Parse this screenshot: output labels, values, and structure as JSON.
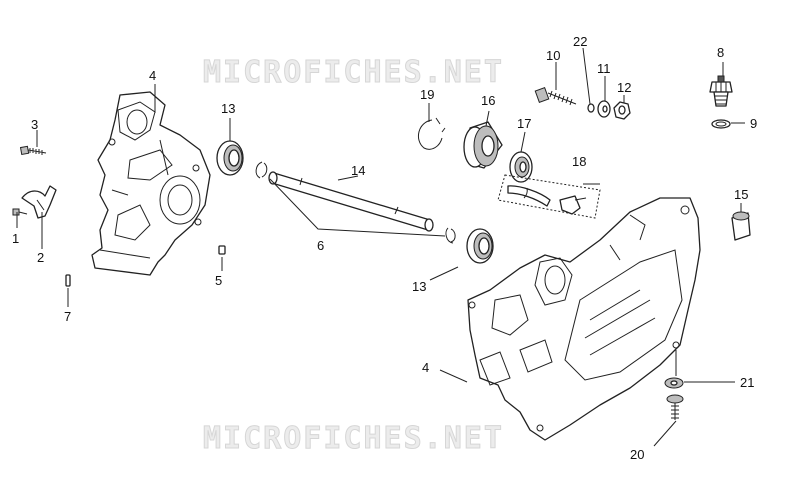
{
  "watermark": {
    "text": "MICROFICHES.NET",
    "color": "#e6e6e6"
  },
  "callouts": {
    "c1": "1",
    "c2": "2",
    "c3": "3",
    "c4a": "4",
    "c4b": "4",
    "c5": "5",
    "c6": "6",
    "c7": "7",
    "c8": "8",
    "c9": "9",
    "c10": "10",
    "c11": "11",
    "c12": "12",
    "c13a": "13",
    "c13b": "13",
    "c14": "14",
    "c15": "15",
    "c16": "16",
    "c17": "17",
    "c18": "18",
    "c19": "19",
    "c20": "20",
    "c21": "21",
    "c22": "22"
  }
}
